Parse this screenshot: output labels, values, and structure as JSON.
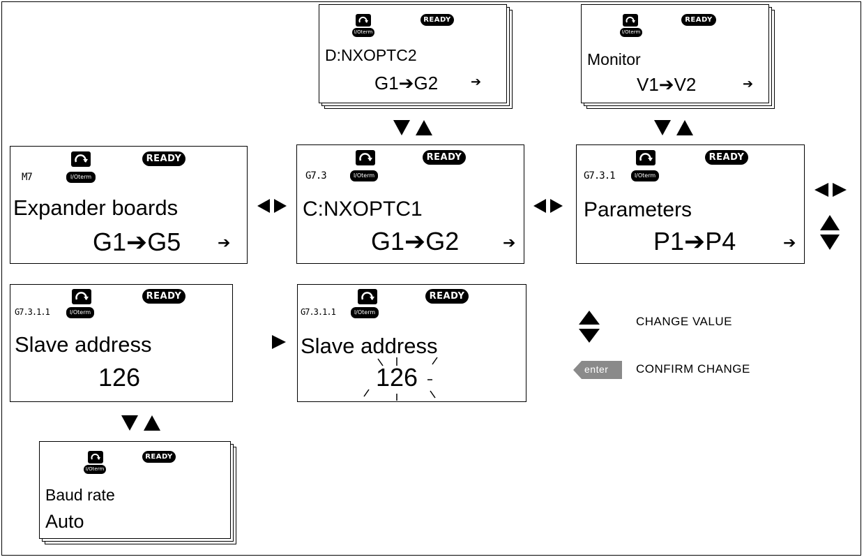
{
  "panels": {
    "d_nxoptc2": {
      "ready": "READY",
      "io": "I/Oterm",
      "title": "D:NXOPTC2",
      "value": "G1➔G2"
    },
    "monitor": {
      "ready": "READY",
      "io": "I/Oterm",
      "title": "Monitor",
      "value": "V1➔V2"
    },
    "expander": {
      "ready": "READY",
      "io": "I/Oterm",
      "code": "M7",
      "title": "Expander boards",
      "value": "G1➔G5"
    },
    "c_nxoptc1": {
      "ready": "READY",
      "io": "I/Oterm",
      "code": "G7.3",
      "title": "C:NXOPTC1",
      "value": "G1➔G2"
    },
    "parameters": {
      "ready": "READY",
      "io": "I/Oterm",
      "code": "G7.3.1",
      "title": "Parameters",
      "value": "P1➔P4"
    },
    "slave1": {
      "ready": "READY",
      "io": "I/Oterm",
      "code": "G7.3.1.1",
      "title": "Slave address",
      "value": "126"
    },
    "slave2": {
      "ready": "READY",
      "io": "I/Oterm",
      "code": "G7.3.1.1",
      "title": "Slave address",
      "value": "126"
    },
    "baud": {
      "ready": "READY",
      "io": "I/Oterm",
      "title": "Baud rate",
      "value": "Auto"
    }
  },
  "legend": {
    "change_value": "CHANGE VALUE",
    "enter_label": "enter",
    "confirm_change": "CONFIRM CHANGE"
  },
  "icons": [
    "run-icon",
    "io-term-badge",
    "ready-badge",
    "submenu-arrow-icon",
    "up-down-arrows",
    "left-right-arrows",
    "right-arrow"
  ]
}
